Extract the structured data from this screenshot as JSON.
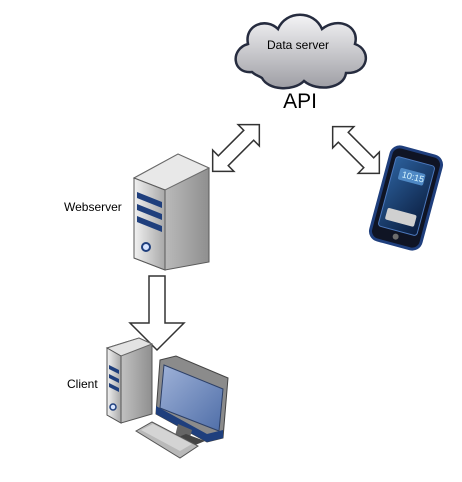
{
  "nodes": {
    "data_server": {
      "label": "Data server"
    },
    "api": {
      "label": "API"
    },
    "webserver": {
      "label": "Webserver"
    },
    "client": {
      "label": "Client"
    },
    "phone": {
      "screen_text": "10:15"
    }
  },
  "colors": {
    "cloud_fill": "#c9c9cd",
    "cloud_stroke": "#262c3f",
    "server_blue": "#1f3f7d",
    "arrow_stroke": "#333333"
  }
}
